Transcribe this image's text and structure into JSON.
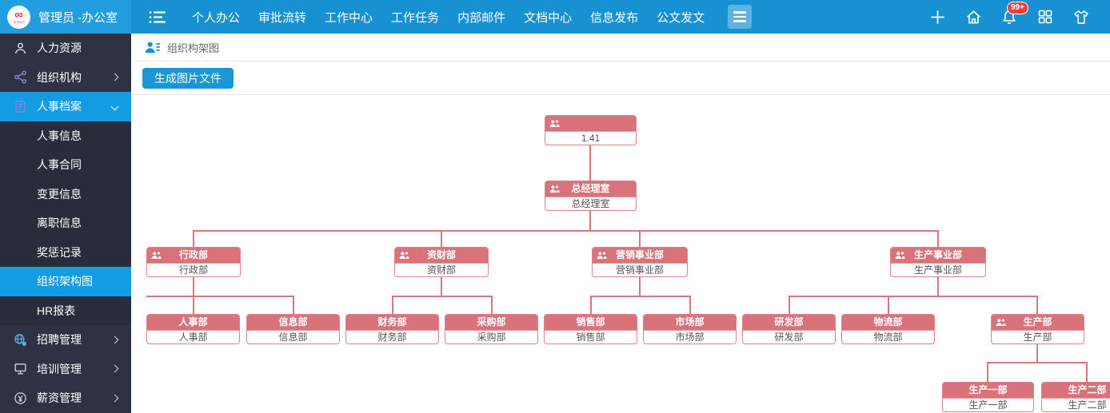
{
  "topbar": {
    "logo_symbol": "∞",
    "logo_subtext": "华天动力",
    "user_label": "管理员 -办公室",
    "menu": [
      "个人办公",
      "审批流转",
      "工作中心",
      "工作任务",
      "内部邮件",
      "文档中心",
      "信息发布",
      "公文发文"
    ],
    "notification_badge": "99+"
  },
  "sidebar": {
    "items": [
      {
        "label": "人力资源",
        "level": "module",
        "icon": "user-icon",
        "chevron": "",
        "active": false
      },
      {
        "label": "组织机构",
        "level": "group",
        "icon": "org-icon",
        "chevron": "right",
        "active": false
      },
      {
        "label": "人事档案",
        "level": "group",
        "icon": "archive-icon",
        "chevron": "down",
        "active": true
      },
      {
        "label": "人事信息",
        "level": "sub",
        "icon": "",
        "chevron": "",
        "active": false
      },
      {
        "label": "人事合同",
        "level": "sub",
        "icon": "",
        "chevron": "",
        "active": false
      },
      {
        "label": "变更信息",
        "level": "sub",
        "icon": "",
        "chevron": "",
        "active": false
      },
      {
        "label": "离职信息",
        "level": "sub",
        "icon": "",
        "chevron": "",
        "active": false
      },
      {
        "label": "奖惩记录",
        "level": "sub",
        "icon": "",
        "chevron": "",
        "active": false
      },
      {
        "label": "组织架构图",
        "level": "sub",
        "icon": "",
        "chevron": "",
        "active": true
      },
      {
        "label": "HR报表",
        "level": "sub",
        "icon": "",
        "chevron": "",
        "active": false
      },
      {
        "label": "招聘管理",
        "level": "group",
        "icon": "recruit-icon",
        "chevron": "right",
        "active": false
      },
      {
        "label": "培训管理",
        "level": "group",
        "icon": "training-icon",
        "chevron": "right",
        "active": false
      },
      {
        "label": "薪资管理",
        "level": "group",
        "icon": "salary-icon",
        "chevron": "right",
        "active": false
      }
    ]
  },
  "content": {
    "page_title": "组织构架图",
    "generate_button_label": "生成图片文件"
  },
  "org_chart": {
    "nodes": [
      {
        "id": "root",
        "title": "",
        "name": "1.41",
        "icon": true,
        "parent": null
      },
      {
        "id": "zongjingli",
        "title": "总经理室",
        "name": "总经理室",
        "icon": true,
        "parent": "root"
      },
      {
        "id": "xingzheng",
        "title": "行政部",
        "name": "行政部",
        "icon": true,
        "parent": "zongjingli"
      },
      {
        "id": "zicai",
        "title": "资财部",
        "name": "资财部",
        "icon": true,
        "parent": "zongjingli"
      },
      {
        "id": "yingxiao",
        "title": "营销事业部",
        "name": "营销事业部",
        "icon": true,
        "parent": "zongjingli"
      },
      {
        "id": "shengchanshiye",
        "title": "生产事业部",
        "name": "生产事业部",
        "icon": true,
        "parent": "zongjingli"
      },
      {
        "id": "renshi",
        "title": "人事部",
        "name": "人事部",
        "icon": false,
        "parent": "xingzheng"
      },
      {
        "id": "xinxi",
        "title": "信息部",
        "name": "信息部",
        "icon": false,
        "parent": "xingzheng"
      },
      {
        "id": "caiwu",
        "title": "财务部",
        "name": "财务部",
        "icon": false,
        "parent": "zicai"
      },
      {
        "id": "caigou",
        "title": "采购部",
        "name": "采购部",
        "icon": false,
        "parent": "zicai"
      },
      {
        "id": "xiaoshou",
        "title": "销售部",
        "name": "销售部",
        "icon": false,
        "parent": "yingxiao"
      },
      {
        "id": "shichang",
        "title": "市场部",
        "name": "市场部",
        "icon": false,
        "parent": "yingxiao"
      },
      {
        "id": "yanfa",
        "title": "研发部",
        "name": "研发部",
        "icon": false,
        "parent": "shengchanshiye"
      },
      {
        "id": "wuliu",
        "title": "物流部",
        "name": "物流部",
        "icon": false,
        "parent": "shengchanshiye"
      },
      {
        "id": "shengchan",
        "title": "生产部",
        "name": "生产部",
        "icon": true,
        "parent": "shengchanshiye"
      },
      {
        "id": "shengchan1",
        "title": "生产一部",
        "name": "生产一部",
        "icon": false,
        "parent": "shengchan"
      },
      {
        "id": "shengchan2",
        "title": "生产二部",
        "name": "生产二部",
        "icon": false,
        "parent": "shengchan"
      }
    ]
  },
  "colors": {
    "topbar_blue": "#1791d2",
    "logo_area_blue": "#229ee0",
    "active_blue": "#149ce2",
    "sidebar_bg": "#2e3243",
    "node_red": "#d9727b",
    "connector_red": "#d9767e",
    "badge_red": "#f23d3d",
    "button_blue": "#1a96d5"
  }
}
